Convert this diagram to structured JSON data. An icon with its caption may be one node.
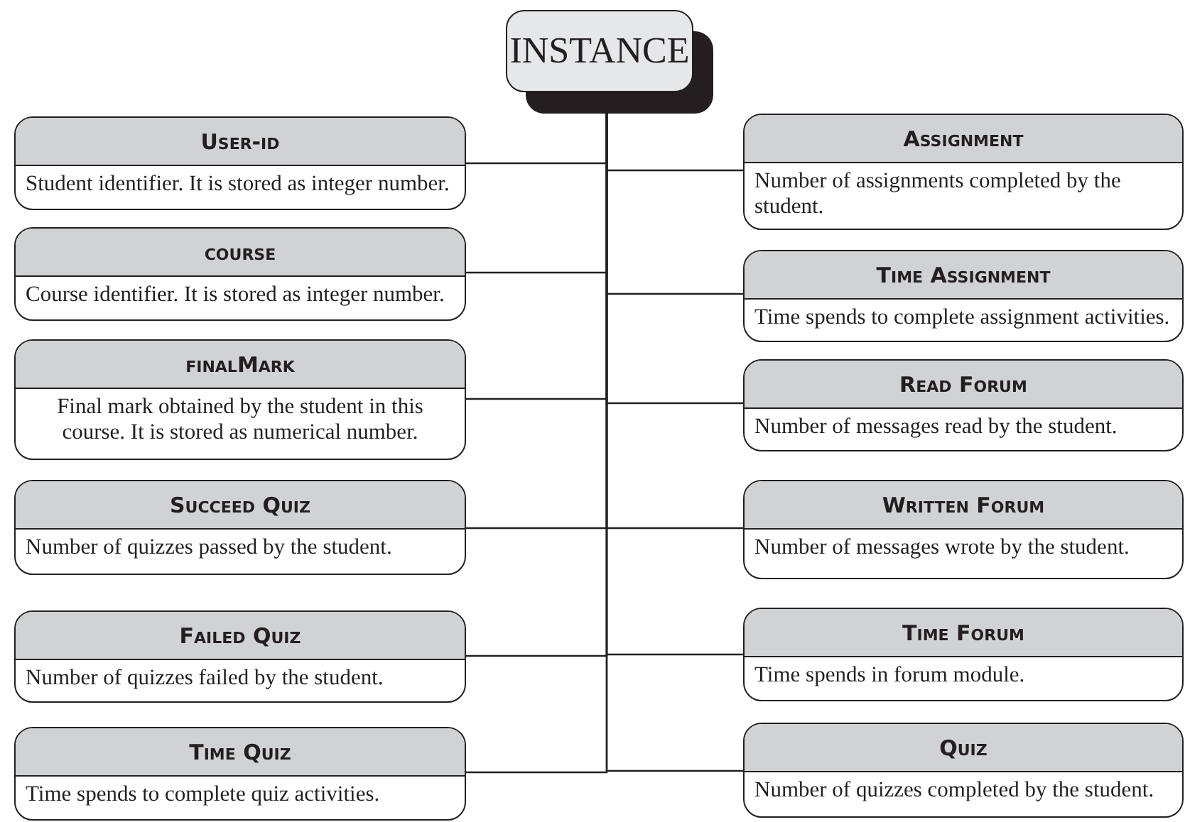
{
  "diagram": {
    "nodes": [
      {
        "text": [
          "INSTANCE"
        ]
      },
      {
        "text": [
          "User-id",
          "Student identifier. It is stored as integer number."
        ]
      },
      {
        "text": [
          "course",
          "Course identifier. It is stored as integer number."
        ]
      },
      {
        "text": [
          "finalMark",
          "Final mark obtained by the student in this course. It is stored as numerical number."
        ]
      },
      {
        "text": [
          "Succeed Quiz",
          "Number of quizzes passed by the student."
        ]
      },
      {
        "text": [
          "Failed Quiz",
          "Number of quizzes failed by the student."
        ]
      },
      {
        "text": [
          "Time Quiz",
          "Time spends to complete quiz activities."
        ]
      },
      {
        "text": [
          "Assignment",
          "Number of assignments completed by the student."
        ]
      },
      {
        "text": [
          "Time Assignment",
          "Time spends to complete assignment activities."
        ]
      },
      {
        "text": [
          "Read Forum",
          "Number of messages read by the student."
        ]
      },
      {
        "text": [
          "Written Forum",
          "Number of messages wrote by the student."
        ]
      },
      {
        "text": [
          "Time Forum",
          "Time spends in forum module."
        ]
      },
      {
        "text": [
          "Quiz",
          "Number of quizzes completed by the student."
        ]
      }
    ],
    "edges": [
      {
        "from": 0,
        "to": 1,
        "arrow": "none"
      },
      {
        "from": 0,
        "to": 2,
        "arrow": "none"
      },
      {
        "from": 0,
        "to": 3,
        "arrow": "none"
      },
      {
        "from": 0,
        "to": 4,
        "arrow": "none"
      },
      {
        "from": 0,
        "to": 5,
        "arrow": "none"
      },
      {
        "from": 0,
        "to": 6,
        "arrow": "none"
      },
      {
        "from": 0,
        "to": 7,
        "arrow": "none"
      },
      {
        "from": 0,
        "to": 8,
        "arrow": "none"
      },
      {
        "from": 0,
        "to": 9,
        "arrow": "none"
      },
      {
        "from": 0,
        "to": 10,
        "arrow": "none"
      },
      {
        "from": 0,
        "to": 11,
        "arrow": "none"
      },
      {
        "from": 0,
        "to": 12,
        "arrow": "none"
      }
    ]
  }
}
